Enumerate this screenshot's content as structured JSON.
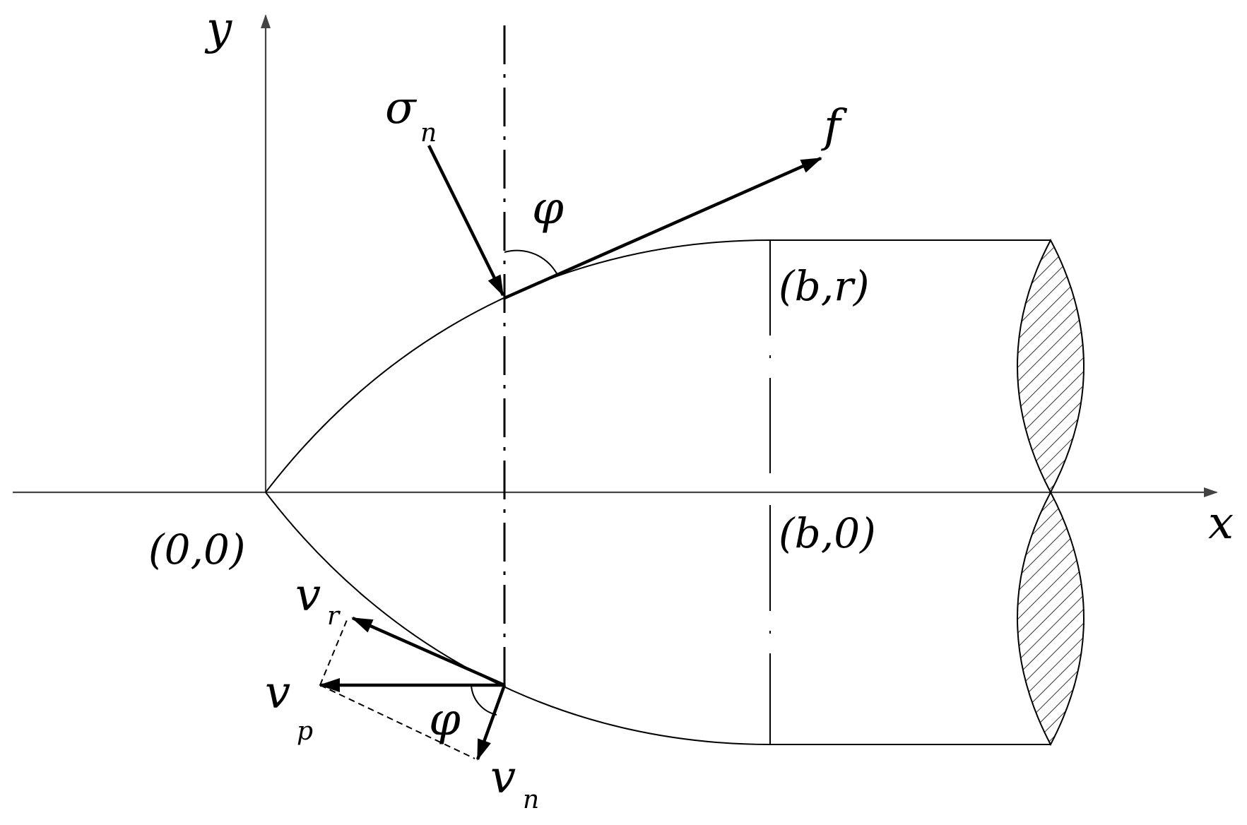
{
  "axes": {
    "x_label": "x",
    "y_label": "y"
  },
  "points": {
    "origin": "(0,0)",
    "b_r": "(b,r)",
    "b_0": "(b,0)"
  },
  "forces": {
    "sigma_main": "σ",
    "sigma_sub": "n",
    "f_label": "f",
    "phi_upper": "φ"
  },
  "velocities": {
    "vr_main": "v",
    "vr_sub": "r",
    "vp_main": "v",
    "vp_sub": "p",
    "vn_main": "v",
    "vn_sub": "n",
    "phi_lower": "φ"
  },
  "colors": {
    "axis": "#444444",
    "line": "#000000",
    "hatch": "#000000"
  }
}
